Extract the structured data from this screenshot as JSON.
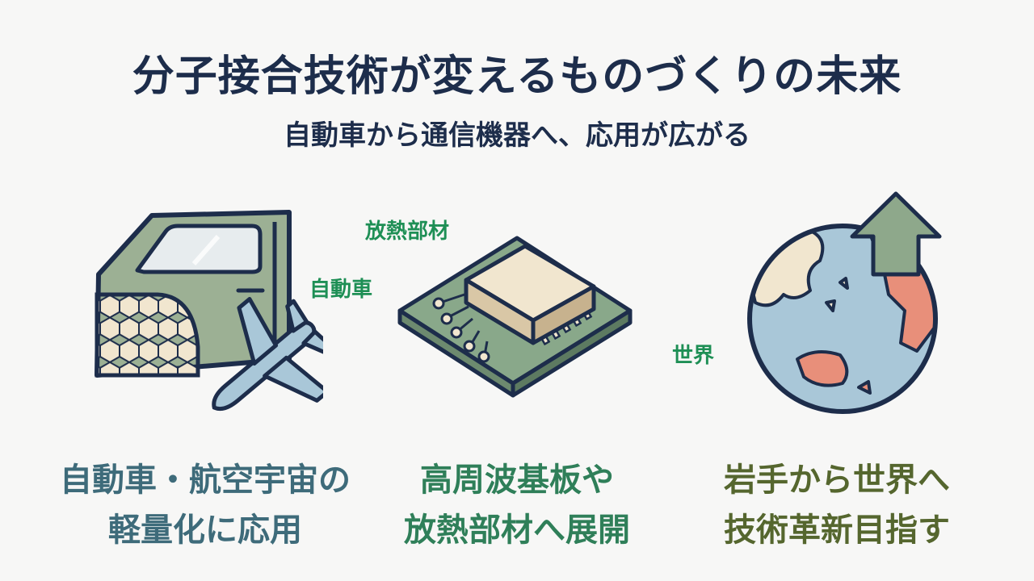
{
  "header": {
    "title": "分子接合技術が変えるものづくりの未来",
    "subtitle": "自動車から通信機器へ、応用が広がる"
  },
  "labels": {
    "auto": "自動車",
    "heat": "放熱部材",
    "world": "世界"
  },
  "captions": [
    {
      "line1": "自動車・航空宇宙の",
      "line2": "軽量化に応用",
      "color": "#3e6b7a"
    },
    {
      "line1": "高周波基板や",
      "line2": "放熱部材へ展開",
      "color": "#2f7f59"
    },
    {
      "line1": "岩手から世界へ",
      "line2": "技術革新目指す",
      "color": "#55662e"
    }
  ],
  "icons": [
    "car-icon",
    "airplane-icon",
    "chip-icon",
    "globe-icon",
    "up-arrow-icon"
  ],
  "colors": {
    "navy": "#1d2d4b",
    "sage": "#9cb094",
    "cream": "#f1e6cf",
    "sky": "#a9c7d8",
    "coral": "#e88f7a",
    "green_label": "#1e8f55"
  }
}
